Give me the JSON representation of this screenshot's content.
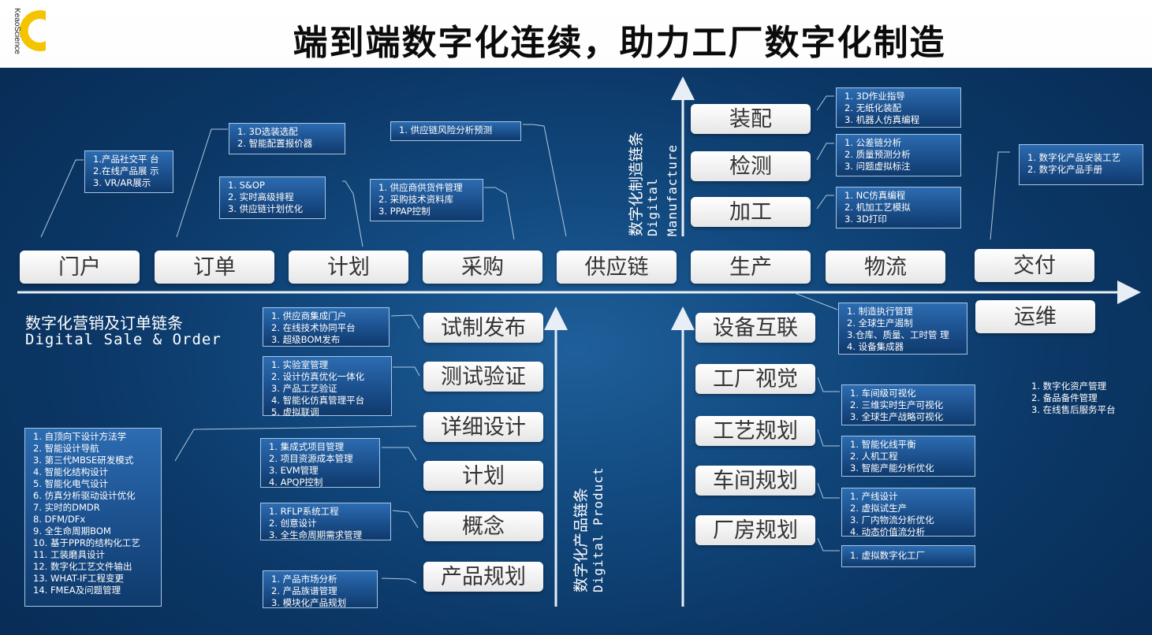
{
  "header": {
    "logo_text": "KeaoScience",
    "title": "端到端数字化连续，助力工厂数字化制造"
  },
  "main_nodes": [
    "门户",
    "订单",
    "计划",
    "采购",
    "供应链",
    "生产",
    "物流",
    "交付"
  ],
  "ops_node": "运维",
  "manufacture_nodes": [
    "装配",
    "检测",
    "加工"
  ],
  "product_nodes": [
    "试制发布",
    "测试验证",
    "详细设计",
    "计划",
    "概念",
    "产品规划"
  ],
  "factory_nodes": [
    "设备互联",
    "工厂视觉",
    "工艺规划",
    "车间规划",
    "厂房规划"
  ],
  "labels": {
    "sale_cn": "数字化营销及订单链条",
    "sale_en": "Digital Sale & Order",
    "manu_cn": "数字化制造链条",
    "manu_en1": "Digital",
    "manu_en2": "Manufacture",
    "prod_cn": "数字化产品链条",
    "prod_en": "Digital Product"
  },
  "boxes": {
    "portal": [
      "1.产品社交平 台",
      "2.在线产品展 示",
      "3. VR/AR展示"
    ],
    "order": [
      "1. 3D选装选配",
      "2. 智能配置报价器"
    ],
    "plan": [
      "1. S&OP",
      "2. 实时高级排程",
      "3. 供应链计划优化"
    ],
    "purchase": [
      "1. 供应商供货件管理",
      "2. 采购技术资料库",
      "3. PPAP控制"
    ],
    "supply": [
      "1. 供应链风险分析预测"
    ],
    "assembly": [
      "1. 3D作业指导",
      "2. 无纸化装配",
      "3. 机器人仿真编程"
    ],
    "inspect": [
      "1. 公差链分析",
      "2. 质量预测分析",
      "3. 问题虚拟标注"
    ],
    "machining": [
      "1. NC仿真编程",
      "2. 机加工艺模拟",
      "3. 3D打印"
    ],
    "delivery": [
      "1. 数字化产品安装工艺",
      "2. 数字化产品手册"
    ],
    "mes": [
      "1. 制造执行管理",
      "2. 全球生产遏制",
      "3.仓库、质量、工时管 理",
      "4. 设备集成器"
    ],
    "ops": [
      "1. 数字化资产管理",
      "2. 备品备件管理",
      "3. 在线售后服务平台"
    ],
    "trial": [
      "1. 供应商集成门户",
      "2. 在线技术协同平台",
      "3. 超级BOM发布"
    ],
    "test": [
      "1. 实验室管理",
      "2. 设计仿真优化一体化",
      "3. 产品工艺验证",
      "4. 智能化仿真管理平台",
      "5. 虚拟联调"
    ],
    "design": [
      "1. 自顶向下设计方法学",
      "2. 智能设计导航",
      "3. 第三代MBSE研发模式",
      "4. 智能化结构设计",
      "5. 智能化电气设计",
      "6. 仿真分析驱动设计优化",
      "7. 实时的DMDR",
      "8. DFM/DFx",
      "9. 全生命周期BOM",
      "10. 基于PPR的结构化工艺",
      "11. 工装磨具设计",
      "12. 数字化工艺文件输出",
      "13. WHAT-IF工程变更",
      "14. FMEA及问题管理"
    ],
    "proj": [
      "1. 集成式项目管理",
      "2. 项目资源成本管理",
      "3. EVM管理",
      "4. APQP控制"
    ],
    "concept": [
      "1. RFLP系统工程",
      "2. 创意设计",
      "3. 全生命周期需求管理"
    ],
    "product_plan": [
      "1. 产品市场分析",
      "2. 产品族谱管理",
      "3. 模块化产品规划"
    ],
    "vision": [
      "1. 车间级可视化",
      "2. 三维实时生产可视化",
      "3. 全球生产战略可视化"
    ],
    "process": [
      "1. 智能化线平衡",
      "2. 人机工程",
      "3. 智能产能分析优化"
    ],
    "workshop": [
      "1. 产线设计",
      "2. 虚拟试生产",
      "3. 厂内物流分析优化",
      "4. 动态价值流分析"
    ],
    "building": [
      "1. 虚拟数字化工厂"
    ]
  },
  "colors": {
    "background": "#0b3766",
    "box_fill": "#1b4f8c",
    "node_fill": "#f2f2f2",
    "logo": "#f5c400"
  }
}
